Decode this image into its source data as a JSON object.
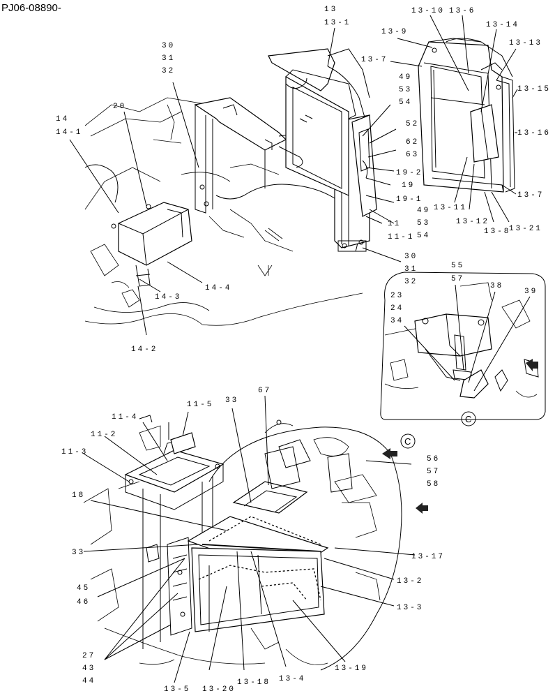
{
  "page_id": "PJ06-08890-",
  "callouts": {
    "c13": "13",
    "c13_1": "13-1",
    "c13_10": "13-10",
    "c13_6": "13-6",
    "c13_9": "13-9",
    "c13_14": "13-14",
    "c13_13": "13-13",
    "c13_7a": "13-7",
    "c13_15": "13-15",
    "c13_16": "13-16",
    "c13_7b": "13-7",
    "c13_11": "13-11",
    "c13_12": "13-12",
    "c13_8": "13-8",
    "c13_21": "13-21",
    "c30a": "30",
    "c31a": "31",
    "c32a": "32",
    "c49a": "49",
    "c53a": "53",
    "c54a": "54",
    "c52": "52",
    "c62": "62",
    "c63": "63",
    "c19_2": "19-2",
    "c19": "19",
    "c19_1": "19-1",
    "c49b": "49",
    "c53b": "53",
    "c54b": "54",
    "c11": "11",
    "c11_1": "11-1",
    "c30b": "30",
    "c31b": "31",
    "c32b": "32",
    "c14": "14",
    "c14_1": "14-1",
    "c20": "20",
    "c14_3": "14-3",
    "c14_4": "14-4",
    "c14_2": "14-2",
    "c55": "55",
    "c57a": "57",
    "c38": "38",
    "c39": "39",
    "c23": "23",
    "c24": "24",
    "c34": "34",
    "c11_5": "11-5",
    "c11_4": "11-4",
    "c11_2": "11-2",
    "c11_3": "11-3",
    "c33a": "33",
    "c67": "67",
    "c56": "56",
    "c57b": "57",
    "c58": "58",
    "c18": "18",
    "c33b": "33",
    "c13_17": "13-17",
    "c13_2": "13-2",
    "c13_3": "13-3",
    "c45": "45",
    "c46": "46",
    "c13_19": "13-19",
    "c27": "27",
    "c43": "43",
    "c44": "44",
    "c13_5": "13-5",
    "c13_20": "13-20",
    "c13_18": "13-18",
    "c13_4": "13-4"
  },
  "view_marker": "C"
}
